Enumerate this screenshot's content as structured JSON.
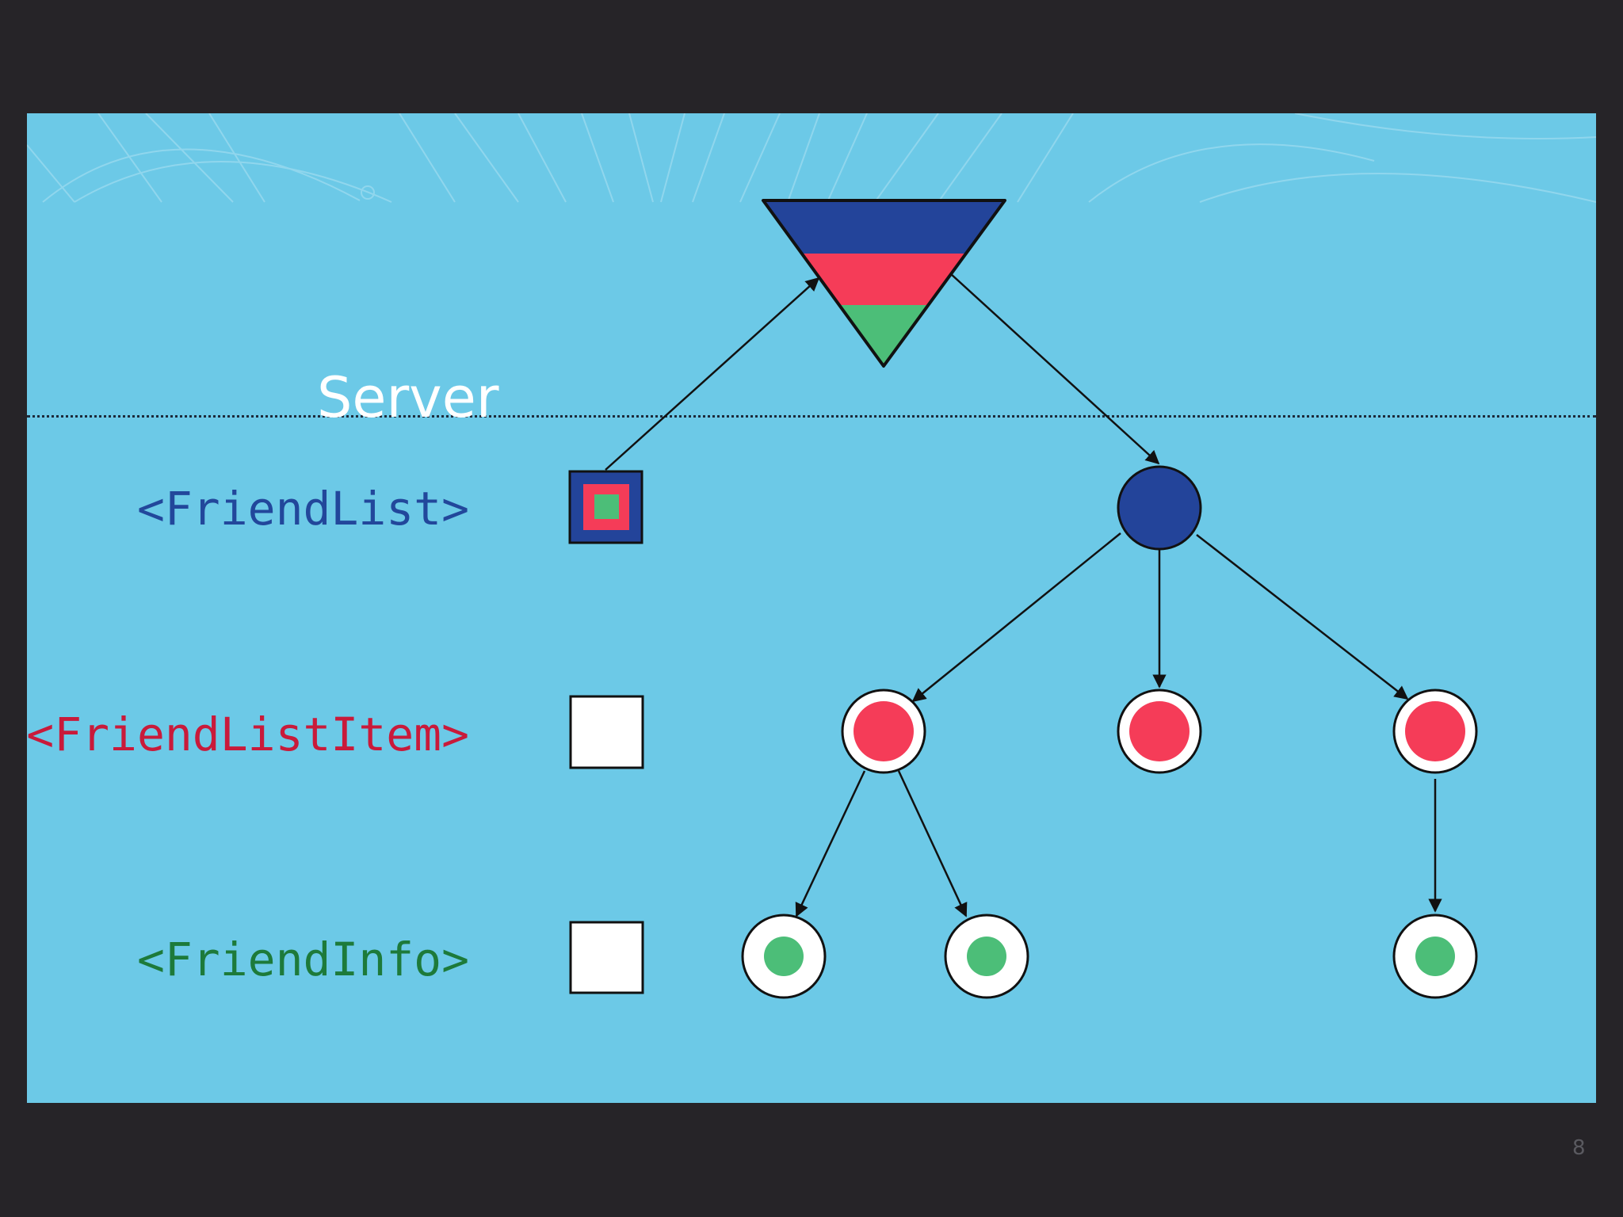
{
  "labels": {
    "server": "Server",
    "friend_list": "<FriendList>",
    "friend_list_item": "<FriendListItem>",
    "friend_info": "<FriendInfo>"
  },
  "page_number": "8",
  "colors": {
    "background": "#262428",
    "slide": "#6cc9e7",
    "friend_list": "#22479b",
    "friend_list_item": "#c91a3a",
    "friend_info": "#1d7a3a",
    "blue_node": "#23449a",
    "red_node": "#f53c58",
    "green_node": "#4cbe78"
  }
}
